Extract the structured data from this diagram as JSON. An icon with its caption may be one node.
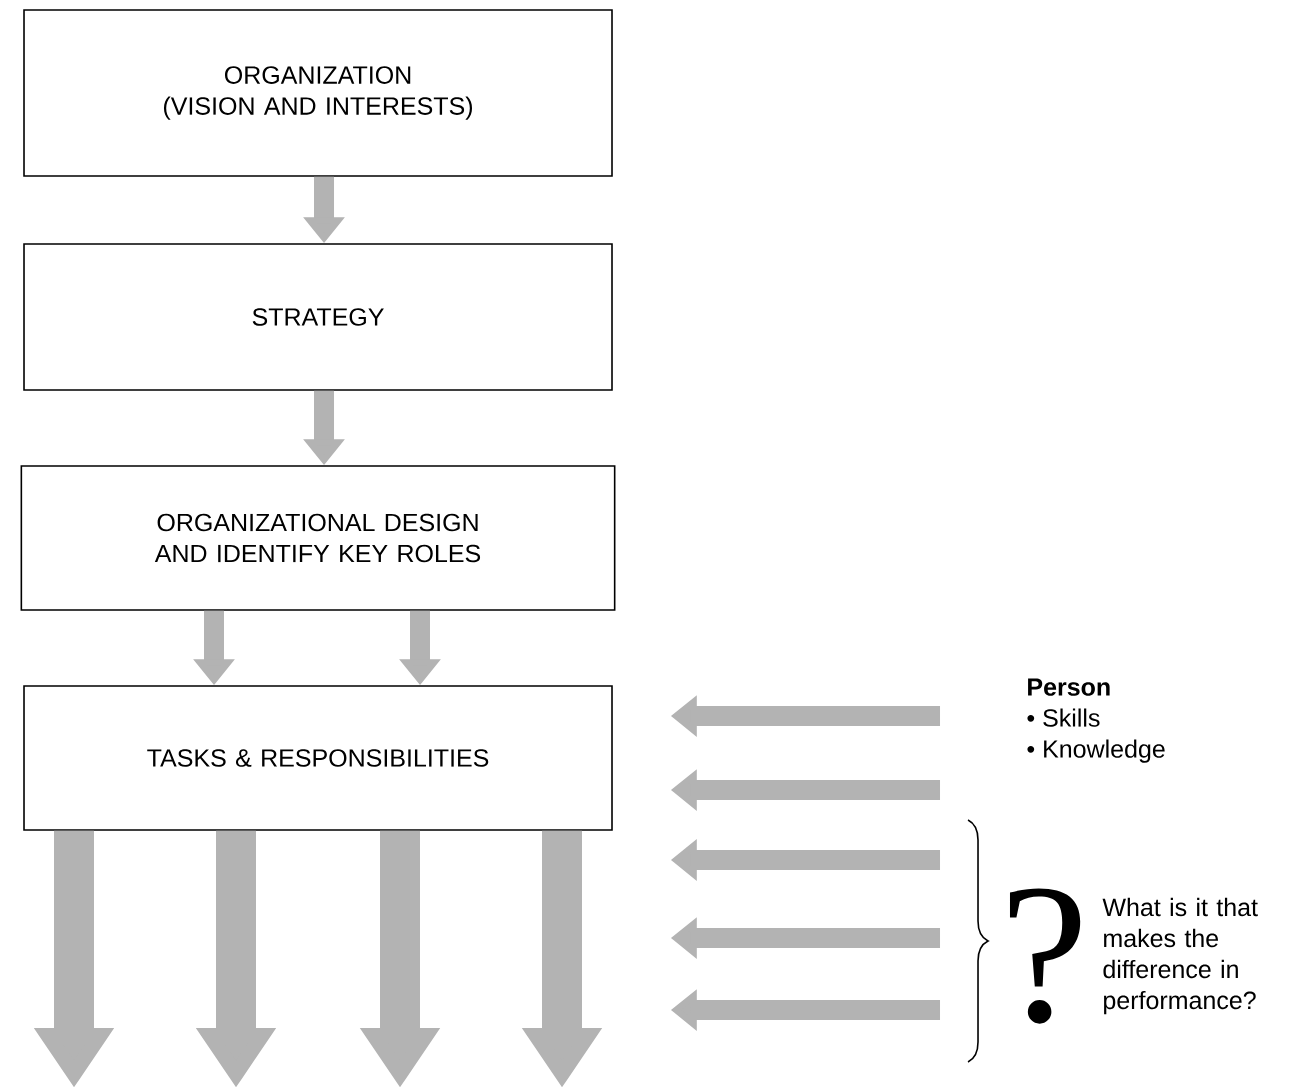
{
  "diagram": {
    "nodes": [
      {
        "text": [
          "ORGANIZATION",
          "(VISION AND INTERESTS)"
        ]
      },
      {
        "text": [
          "STRATEGY"
        ]
      },
      {
        "text": [
          "ORGANIZATIONAL DESIGN AND IDENTIFY KEY ROLES"
        ]
      },
      {
        "text": [
          "TASKS & RESPONSIBILITIES"
        ]
      },
      {
        "text": [
          "Person",
          "• Skills",
          "• Knowledge"
        ]
      },
      {
        "text": [
          "?",
          "What is it that makes the difference in performance?"
        ]
      }
    ],
    "edges": [
      {
        "from": 0,
        "to": 1,
        "arrow": "to"
      },
      {
        "from": 1,
        "to": 2,
        "arrow": "to"
      },
      {
        "from": 2,
        "to": 3,
        "arrow": "to"
      },
      {
        "from": 2,
        "to": 3,
        "arrow": "to"
      },
      {
        "from": 4,
        "to": 3,
        "arrow": "to"
      },
      {
        "from": 4,
        "to": 3,
        "arrow": "to"
      },
      {
        "from": 5,
        "to": null,
        "arrow": "to"
      },
      {
        "from": 5,
        "to": null,
        "arrow": "to"
      },
      {
        "from": 5,
        "to": null,
        "arrow": "to"
      },
      {
        "from": 3,
        "to": null,
        "arrow": "to",
        "style": "thick"
      },
      {
        "from": 3,
        "to": null,
        "arrow": "to",
        "style": "thick"
      },
      {
        "from": 3,
        "to": null,
        "arrow": "to",
        "style": "thick"
      },
      {
        "from": 3,
        "to": null,
        "arrow": "to",
        "style": "thick"
      }
    ]
  }
}
